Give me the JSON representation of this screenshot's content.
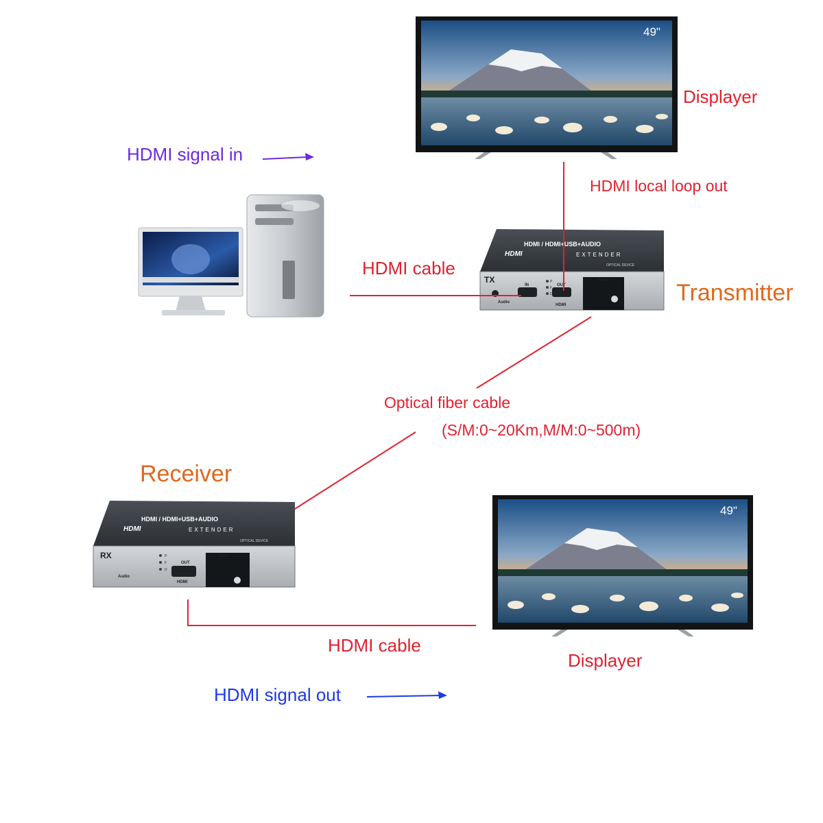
{
  "colors": {
    "cable": "#e0212e",
    "label_red": "#e0212e",
    "label_orange": "#e0681c",
    "signal_in": "#6c2ae0",
    "signal_out": "#1f39e6",
    "device_body": "#3a3f44",
    "device_face": "#bfc3c7",
    "tv_bezel": "#101214"
  },
  "labels": {
    "displayer_top": "Displayer",
    "hdmi_signal_in": "HDMI signal in",
    "hdmi_local_loop_out": "HDMI local loop out",
    "hdmi_cable_top": "HDMI cable",
    "transmitter": "Transmitter",
    "optical_fiber_cable": "Optical fiber cable",
    "fiber_distance": "(S/M:0~20Km,M/M:0~500m)",
    "receiver": "Receiver",
    "hdmi_cable_bottom": "HDMI cable",
    "displayer_bottom": "Displayer",
    "hdmi_signal_out": "HDMI signal out"
  },
  "tv_top": {
    "size_badge": "49\""
  },
  "tv_bottom": {
    "size_badge": "49\""
  },
  "transmitter_device": {
    "top_text": "HDMI / HDMI+USB+AUDIO",
    "brand": "HDMI",
    "extender": "EXTENDER",
    "optical": "OPTICAL DEVICE",
    "tag": "TX",
    "port_in": "IN",
    "port_out": "OUT",
    "port_hdmi": "HDMI",
    "audio": "Audio",
    "fiber": "Fiber",
    "led_p": "P",
    "led_f": "F",
    "led_d": "D"
  },
  "receiver_device": {
    "top_text": "HDMI / HDMI+USB+AUDIO",
    "brand": "HDMI",
    "extender": "EXTENDER",
    "optical": "OPTICAL DEVICE",
    "tag": "RX",
    "port_out": "OUT",
    "port_hdmi": "HDMI",
    "audio": "Audio",
    "fiber": "Fiber",
    "led_p": "P",
    "led_f": "F",
    "led_d": "D"
  }
}
